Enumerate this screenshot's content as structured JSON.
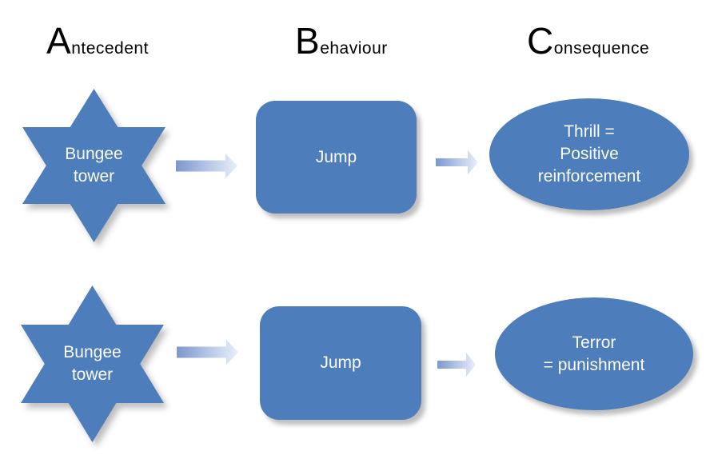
{
  "headers": [
    {
      "initial": "A",
      "rest": "ntecedent"
    },
    {
      "initial": "B",
      "rest": "ehaviour"
    },
    {
      "initial": "C",
      "rest": "onsequence"
    }
  ],
  "rows": [
    {
      "antecedent": "Bungee\ntower",
      "behaviour": "Jump",
      "consequence": "Thrill =\nPositive\nreinforcement"
    },
    {
      "antecedent": "Bungee\ntower",
      "behaviour": "Jump",
      "consequence": "Terror\n= punishment"
    }
  ],
  "icons": {
    "connector": "right-arrow"
  },
  "colors": {
    "shape_fill": "#4d7dba",
    "shape_text": "#fbfcfe",
    "header_text": "#000000",
    "arrow_gradient_start": "#7b97cd",
    "arrow_gradient_mid": "#b9c9e9",
    "arrow_gradient_end": "#e9effa",
    "background": "#ffffff"
  }
}
